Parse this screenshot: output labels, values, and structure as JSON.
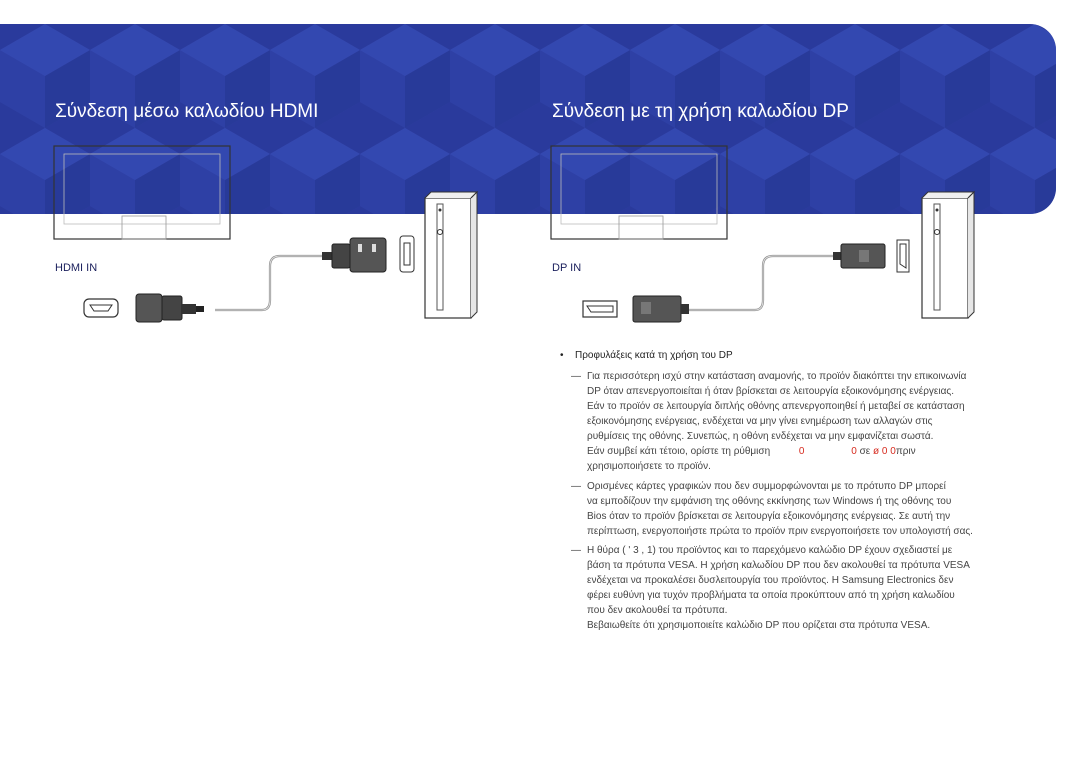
{
  "colors": {
    "banner": "#2a3a9c",
    "banner_hex_light": "#3448b3",
    "accent_red": "#d62b1f"
  },
  "left": {
    "title": "Σύνδεση μέσω καλωδίου HDMI",
    "port_label": "HDMI IN"
  },
  "right": {
    "title": "Σύνδεση με τη χρήση καλωδίου DP",
    "port_label": "DP IN"
  },
  "notes": {
    "bullet_title": "Προφυλάξεις κατά τη χρήση του DP",
    "n1_lines": [
      "Για περισσότερη ισχύ στην κατάσταση αναμονής, το προϊόν διακόπτει την επικοινωνία",
      "DP όταν απενεργοποιείται ή όταν βρίσκεται σε λειτουργία εξοικονόμησης ενέργειας.",
      "Εάν το προϊόν σε λειτουργία διπλής οθόνης απενεργοποιηθεί ή μεταβεί σε κατάσταση",
      "εξοικονόμησης ενέργειας, ενδέχεται να μην γίνει ενημέρωση των αλλαγών στις",
      "ρυθμίσεις της οθόνης. Συνεπώς, η οθόνη ενδέχεται να μην εμφανίζεται σωστά."
    ],
    "n1_last_prefix": "Εάν συμβεί κάτι τέτοιο, ορίστε τη ρύθμιση",
    "n1_red_a": "0",
    "n1_red_b": "0",
    "n1_mid": "σε",
    "n1_red_c": "ø 0 0",
    "n1_suffix": "πριν",
    "n1_end": "χρησιμοποιήσετε το προϊόν.",
    "n2_lines": [
      "Ορισμένες κάρτες γραφικών που δεν συμμορφώνονται με το πρότυπο DP μπορεί",
      "να εμποδίζουν την εμφάνιση της οθόνης εκκίνησης των Windows ή της οθόνης του",
      "Bios όταν το προϊόν βρίσκεται σε λειτουργία εξοικονόμησης ενέργειας. Σε αυτή την",
      "περίπτωση, ενεργοποιήστε πρώτα το προϊόν πριν ενεργοποιήσετε τον υπολογιστή σας."
    ],
    "n3_lines": [
      "Η θύρα ( ' 3   , 1) του προϊόντος και το παρεχόμενο καλώδιο DP έχουν σχεδιαστεί με",
      "βάση τα πρότυπα VESA. Η χρήση καλωδίου DP που δεν ακολουθεί τα πρότυπα VESA",
      "ενδέχεται να προκαλέσει δυσλειτουργία του προϊόντος. Η Samsung Electronics δεν",
      "φέρει ευθύνη για τυχόν προβλήματα τα οποία προκύπτουν από τη χρήση καλωδίου",
      "που δεν ακολουθεί τα πρότυπα.",
      "Βεβαιωθείτε ότι χρησιμοποιείτε καλώδιο DP που ορίζεται στα πρότυπα VESA."
    ]
  }
}
